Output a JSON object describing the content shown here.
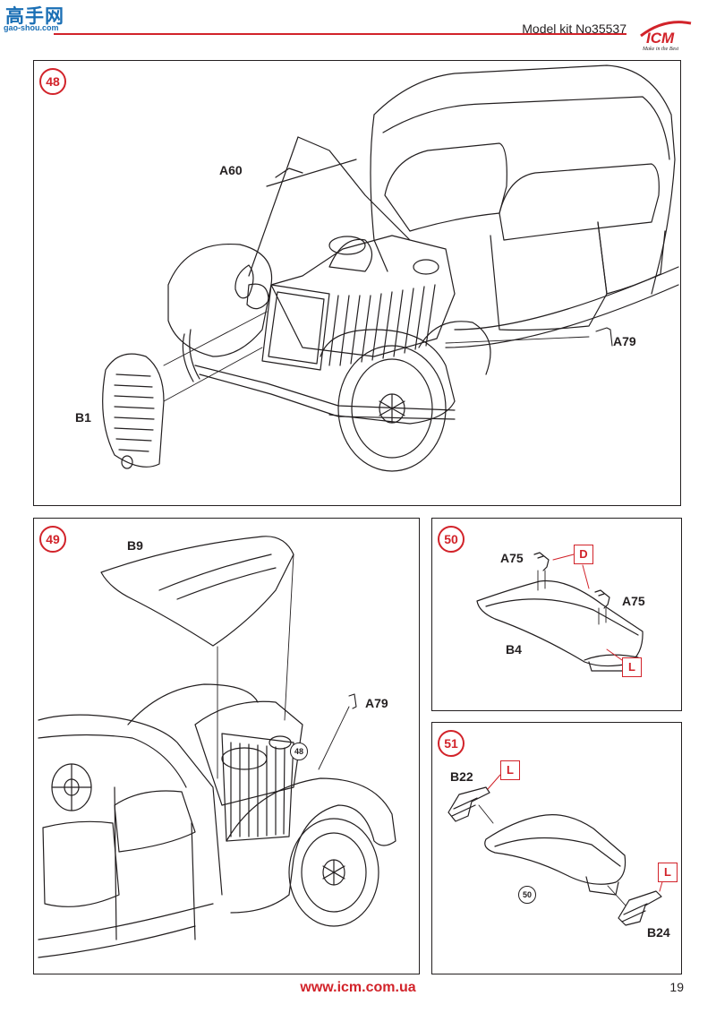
{
  "header": {
    "site_logo_cn": "高手网",
    "site_logo_url": "gao-shou.com",
    "model_kit": "Model kit No35537",
    "brand": "ICM",
    "brand_tagline": "Make in the Best"
  },
  "steps": [
    {
      "number": "48",
      "parts": [
        "A60",
        "A79",
        "B1"
      ]
    },
    {
      "number": "49",
      "parts": [
        "B9",
        "A79"
      ],
      "reference_step": "48"
    },
    {
      "number": "50",
      "parts": [
        "A75",
        "A75",
        "B4"
      ],
      "color_codes": [
        "D",
        "L"
      ]
    },
    {
      "number": "51",
      "parts": [
        "B22",
        "B24"
      ],
      "color_codes": [
        "L",
        "L"
      ],
      "reference_step": "50"
    }
  ],
  "footer": {
    "url": "www.icm.com.ua",
    "page_number": "19"
  },
  "colors": {
    "accent": "#d2232a",
    "ink": "#231f20",
    "logo_blue": "#1a6fb5"
  }
}
